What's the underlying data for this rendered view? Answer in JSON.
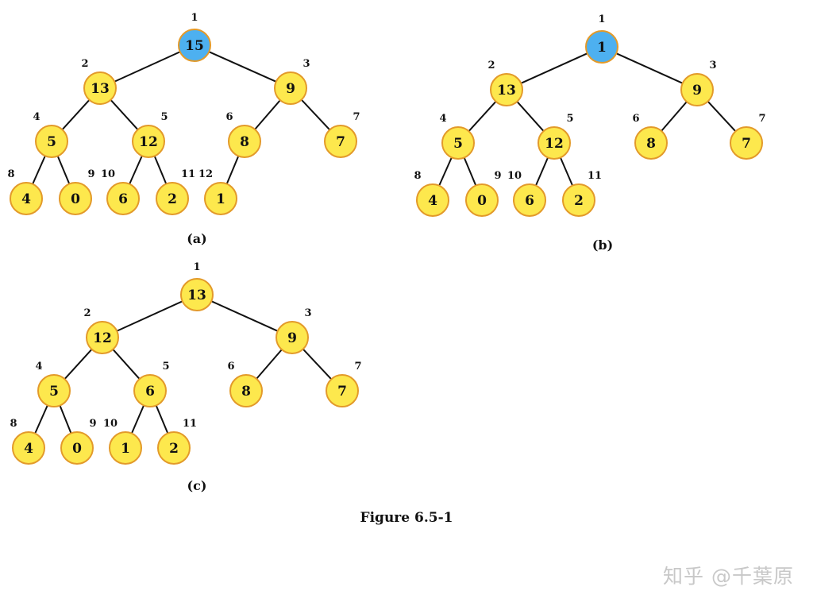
{
  "figure": {
    "caption": "Figure 6.5-1",
    "watermark": "知乎 @千葉原",
    "colors": {
      "node_fill": "#fde84d",
      "highlight_fill": "#4db0f0",
      "node_stroke": "#e39a2a",
      "highlight_stroke": "#2a7fc2",
      "edge": "#111111"
    },
    "panels": [
      {
        "label": "(a)",
        "nodes": [
          {
            "index": "1",
            "value": "15",
            "highlight": true
          },
          {
            "index": "2",
            "value": "13"
          },
          {
            "index": "3",
            "value": "9"
          },
          {
            "index": "4",
            "value": "5"
          },
          {
            "index": "5",
            "value": "12"
          },
          {
            "index": "6",
            "value": "8"
          },
          {
            "index": "7",
            "value": "7"
          },
          {
            "index": "8",
            "value": "4"
          },
          {
            "index": "9",
            "value": "0"
          },
          {
            "index": "10",
            "value": "6"
          },
          {
            "index": "11",
            "value": "2"
          },
          {
            "index": "12",
            "value": "1"
          }
        ]
      },
      {
        "label": "(b)",
        "nodes": [
          {
            "index": "1",
            "value": "1",
            "highlight": true
          },
          {
            "index": "2",
            "value": "13"
          },
          {
            "index": "3",
            "value": "9"
          },
          {
            "index": "4",
            "value": "5"
          },
          {
            "index": "5",
            "value": "12"
          },
          {
            "index": "6",
            "value": "8"
          },
          {
            "index": "7",
            "value": "7"
          },
          {
            "index": "8",
            "value": "4"
          },
          {
            "index": "9",
            "value": "0"
          },
          {
            "index": "10",
            "value": "6"
          },
          {
            "index": "11",
            "value": "2"
          }
        ]
      },
      {
        "label": "(c)",
        "nodes": [
          {
            "index": "1",
            "value": "13"
          },
          {
            "index": "2",
            "value": "12"
          },
          {
            "index": "3",
            "value": "9"
          },
          {
            "index": "4",
            "value": "5"
          },
          {
            "index": "5",
            "value": "6"
          },
          {
            "index": "6",
            "value": "8"
          },
          {
            "index": "7",
            "value": "7"
          },
          {
            "index": "8",
            "value": "4"
          },
          {
            "index": "9",
            "value": "0"
          },
          {
            "index": "10",
            "value": "1"
          },
          {
            "index": "11",
            "value": "2"
          }
        ]
      }
    ]
  }
}
